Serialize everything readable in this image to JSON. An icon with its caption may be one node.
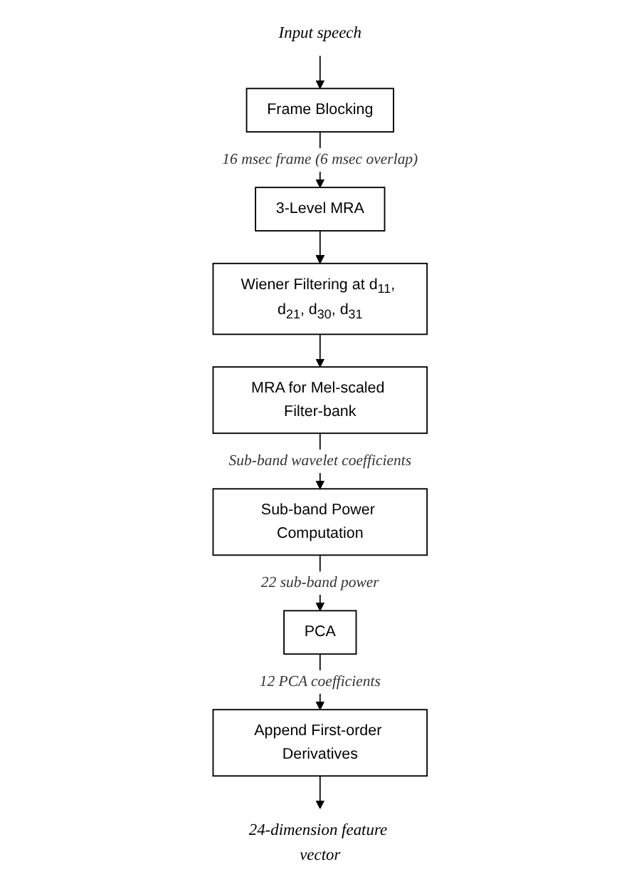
{
  "diagram": {
    "nodes": [
      {
        "text": [
          "Input speech"
        ]
      },
      {
        "text": [
          "Frame Blocking"
        ]
      },
      {
        "text": [
          "3-Level MRA"
        ]
      },
      {
        "text": [
          "Wiener Filtering at d$_{11}$, d$_{21}$, d$_{30}$, d$_{31}$"
        ]
      },
      {
        "text": [
          "MRA for Mel-scaled Filter-bank"
        ]
      },
      {
        "text": [
          "Sub-band Power Computation"
        ]
      },
      {
        "text": [
          "PCA"
        ]
      },
      {
        "text": [
          "Append First-order Derivatives"
        ]
      },
      {
        "text": [
          "24-dimension feature vector"
        ]
      }
    ],
    "edges": [
      {
        "from": 0,
        "to": 1,
        "arrow": "to"
      },
      {
        "from": 1,
        "to": 2,
        "arrow": "to",
        "label": "16 msec frame (6 msec overlap)"
      },
      {
        "from": 2,
        "to": 3,
        "arrow": "to"
      },
      {
        "from": 3,
        "to": 4,
        "arrow": "to"
      },
      {
        "from": 4,
        "to": 5,
        "arrow": "to",
        "label": "Sub-band wavelet coefficients"
      },
      {
        "from": 5,
        "to": 6,
        "arrow": "to",
        "label": "22 sub-band power"
      },
      {
        "from": 6,
        "to": 7,
        "arrow": "to",
        "label": "12 PCA coefficients"
      },
      {
        "from": 7,
        "to": 8,
        "arrow": "to"
      }
    ]
  }
}
